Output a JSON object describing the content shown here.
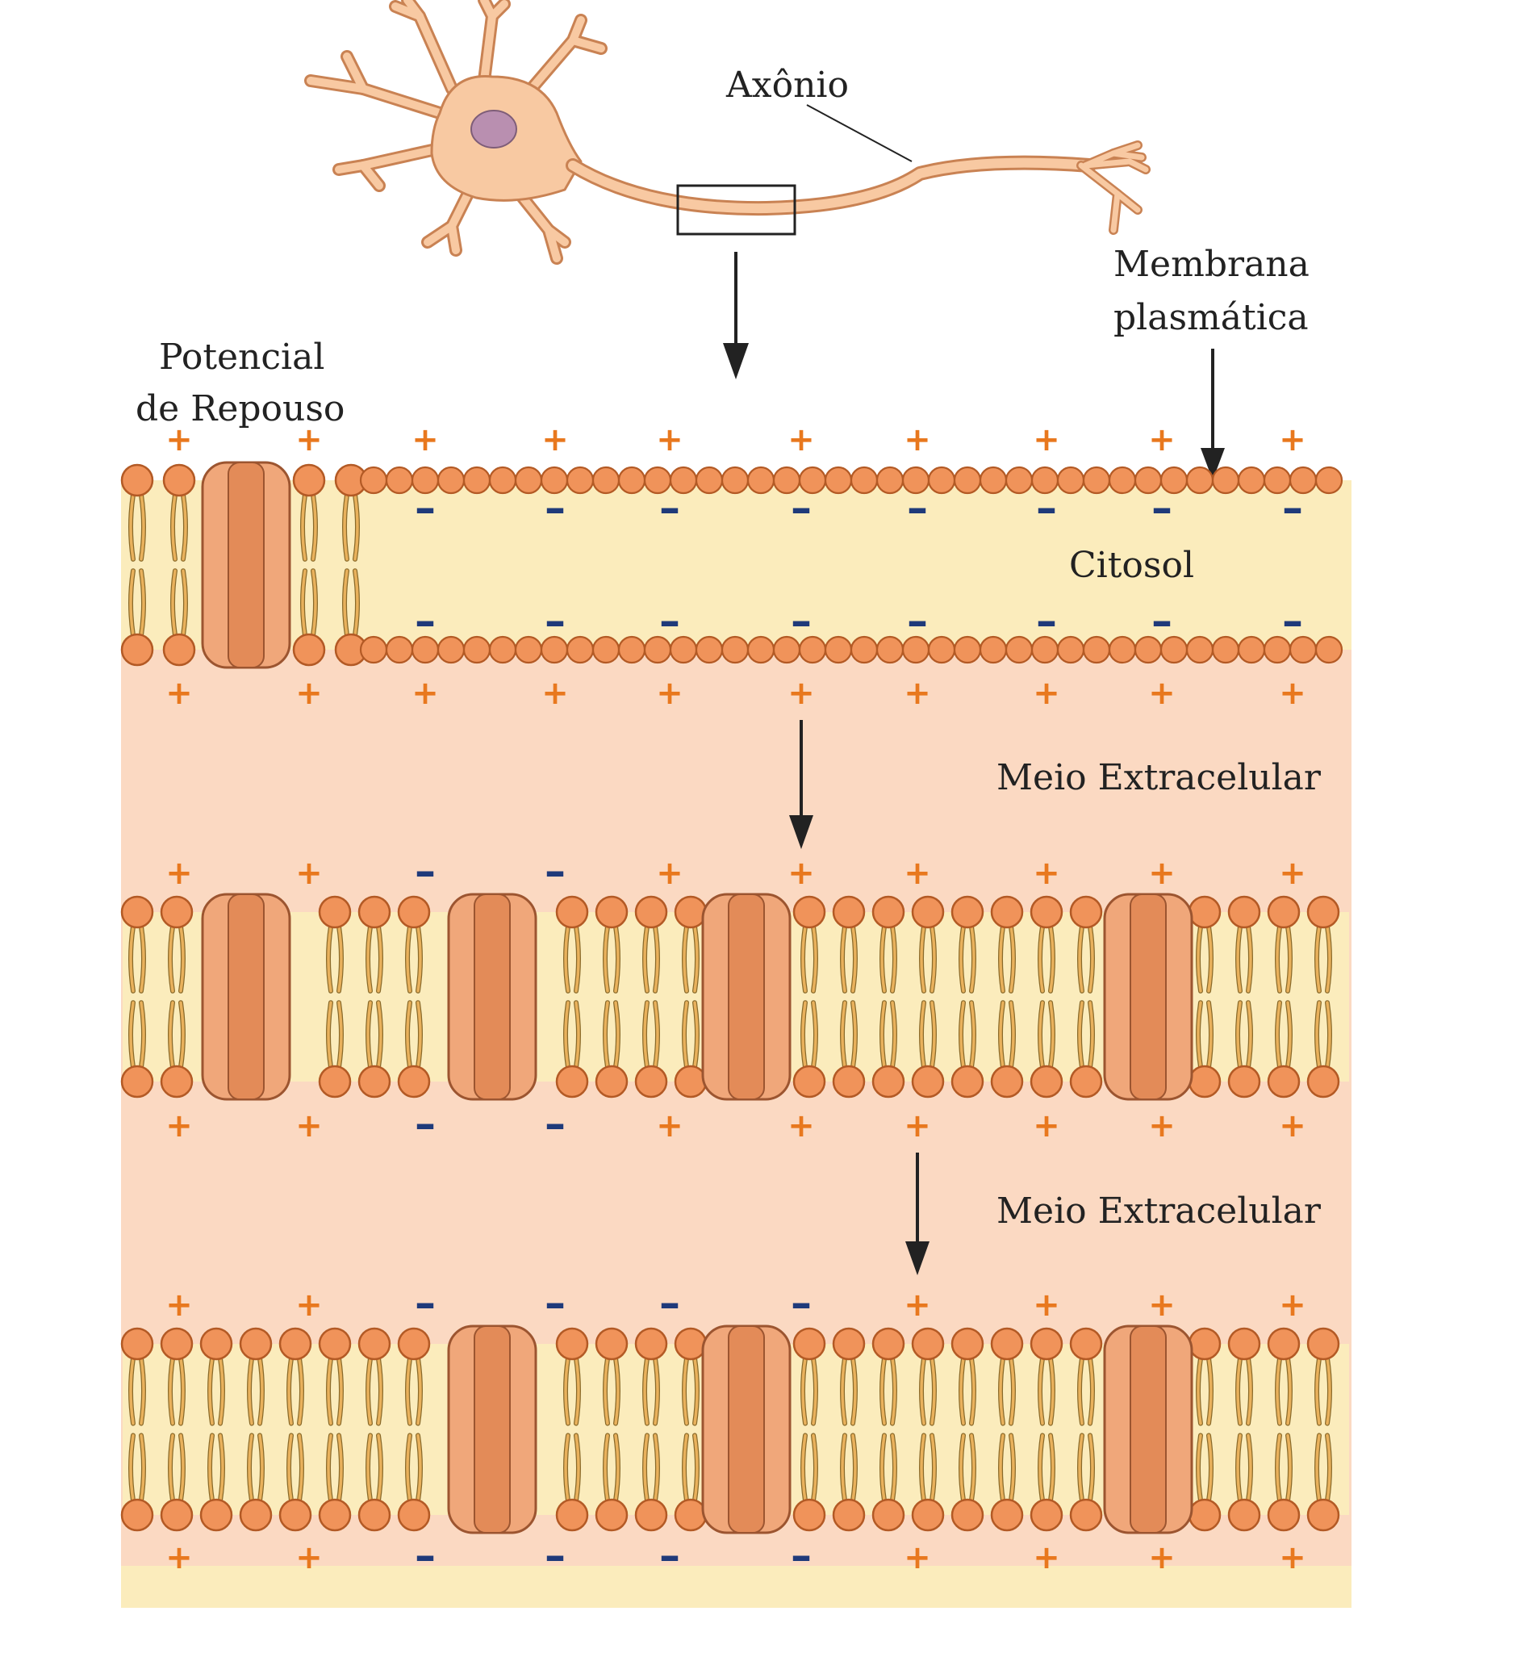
{
  "labels": {
    "axon": "Axônio",
    "membrane_line1": "Membrana",
    "membrane_line2": "plasmática",
    "resting_line1": "Potencial",
    "resting_line2": "de Repouso",
    "cytosol": "Citosol",
    "extracellular_1": "Meio Extracelular",
    "extracellular_2": "Meio Extracelular"
  },
  "colors": {
    "neuron": "#f8c9a2",
    "nucleus": "#b98fb0",
    "lipid_head": "#f0935a",
    "lipid_tail": "#e9b15c",
    "channel": "#f0a77a",
    "cytosol": "#fbecbc",
    "extracellular": "#fbd9c2",
    "positive": "#e8781e",
    "negative": "#1f3a7a"
  },
  "charge_symbols": {
    "positive": "+",
    "negative": "–"
  },
  "stages": [
    {
      "name": "resting-potential",
      "top_charges": [
        "+",
        "+",
        "+",
        "+",
        "+",
        "+",
        "+",
        "+",
        "+",
        "+"
      ],
      "inner_top_charges": [
        "-",
        "-",
        "-",
        "-",
        "-",
        "-",
        "-",
        "-"
      ],
      "inner_bottom_charges": [
        "-",
        "-",
        "-",
        "-",
        "-",
        "-",
        "-",
        "-"
      ],
      "bottom_charges": [
        "+",
        "+",
        "+",
        "+",
        "+",
        "+",
        "+",
        "+",
        "+",
        "+"
      ]
    },
    {
      "name": "depolarization",
      "top_charges": [
        "+",
        "+",
        "-",
        "-",
        "+",
        "+",
        "+",
        "+",
        "+",
        "+"
      ],
      "bottom_charges": [
        "+",
        "+",
        "-",
        "-",
        "+",
        "+",
        "+",
        "+",
        "+",
        "+"
      ]
    },
    {
      "name": "propagation",
      "top_charges": [
        "+",
        "+",
        "-",
        "-",
        "-",
        "-",
        "+",
        "+",
        "+",
        "+"
      ],
      "bottom_charges": [
        "+",
        "+",
        "-",
        "-",
        "-",
        "-",
        "+",
        "+",
        "+",
        "+"
      ]
    }
  ]
}
